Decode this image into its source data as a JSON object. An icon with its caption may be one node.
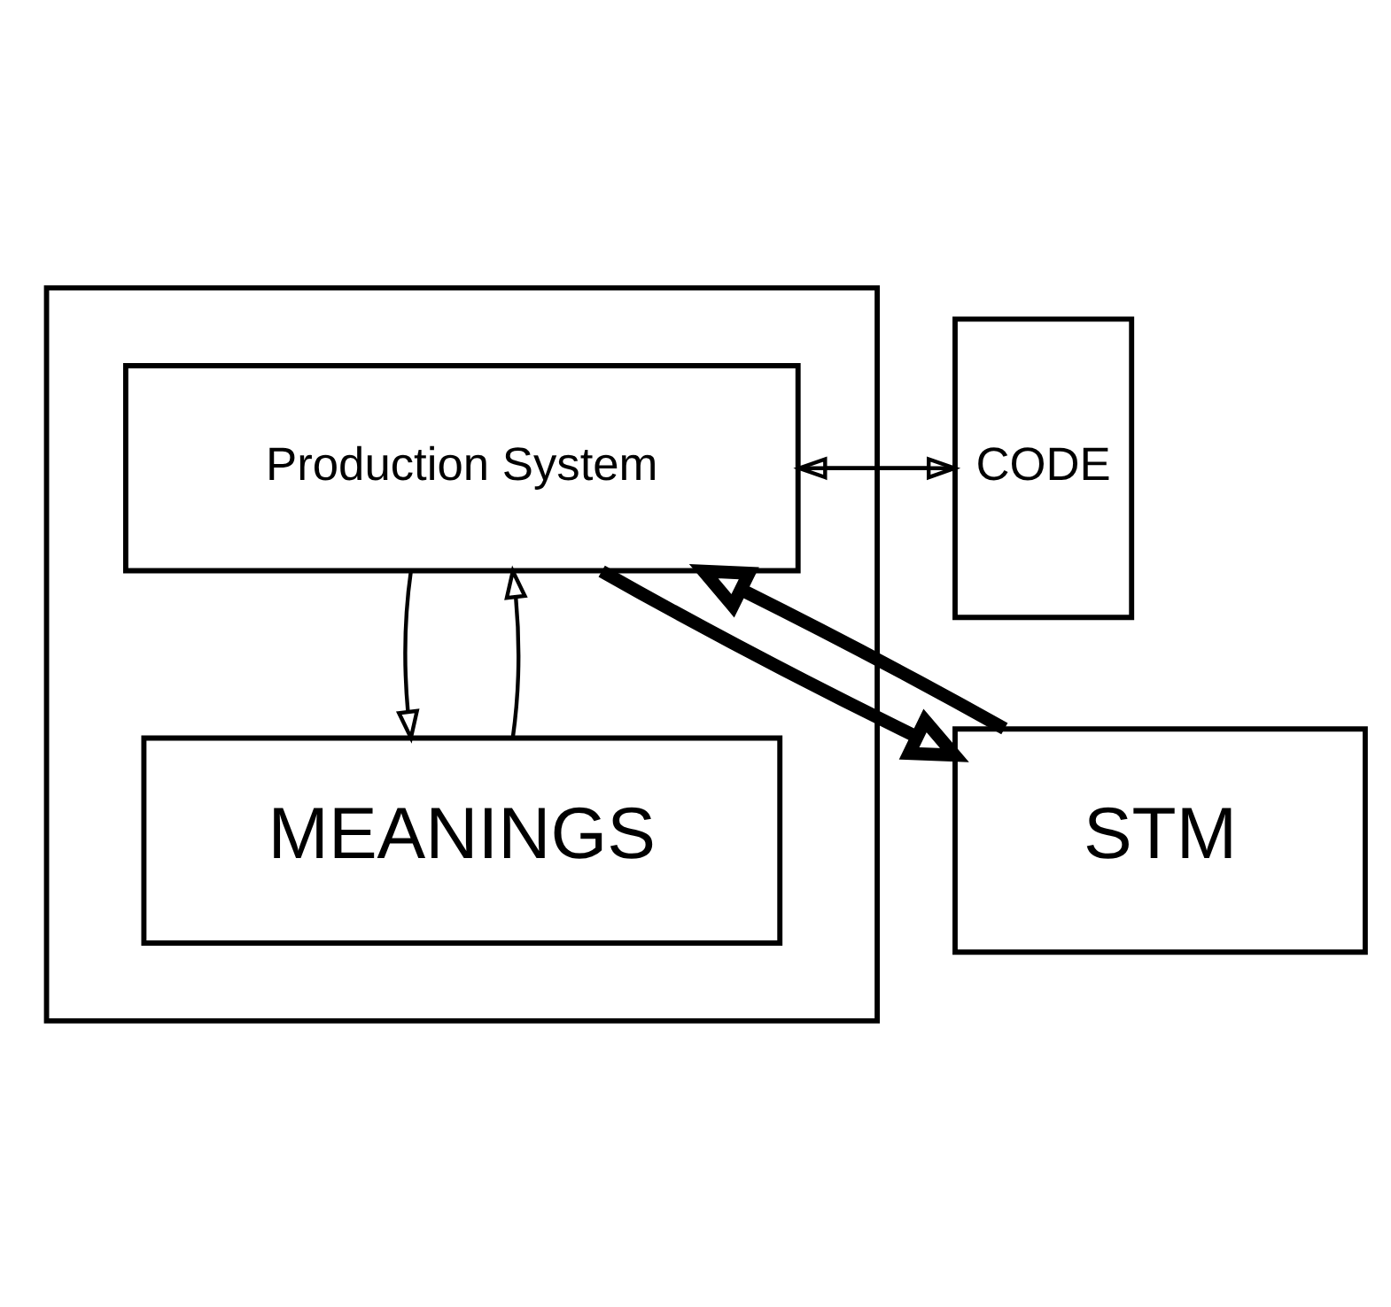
{
  "diagram": {
    "nodes": [
      {
        "text": [],
        "shape": "box"
      },
      {
        "text": [
          "STM"
        ]
      },
      {
        "text": [
          "Production System"
        ],
        "in": 0
      },
      {
        "text": [
          "MEANINGS"
        ],
        "in": 0
      },
      {
        "text": [
          "CODE"
        ]
      }
    ],
    "edges": [
      {
        "from": 1,
        "to": 2,
        "arrow": "to",
        "style": "thick"
      },
      {
        "from": 2,
        "to": 1,
        "arrow": "to",
        "style": "thick"
      },
      {
        "from": 4,
        "to": 2,
        "arrow": "to"
      },
      {
        "from": 2,
        "to": 4,
        "arrow": "to"
      },
      {
        "from": 2,
        "to": 3,
        "arrow": "to"
      },
      {
        "from": 3,
        "to": 2,
        "arrow": "to"
      }
    ]
  }
}
